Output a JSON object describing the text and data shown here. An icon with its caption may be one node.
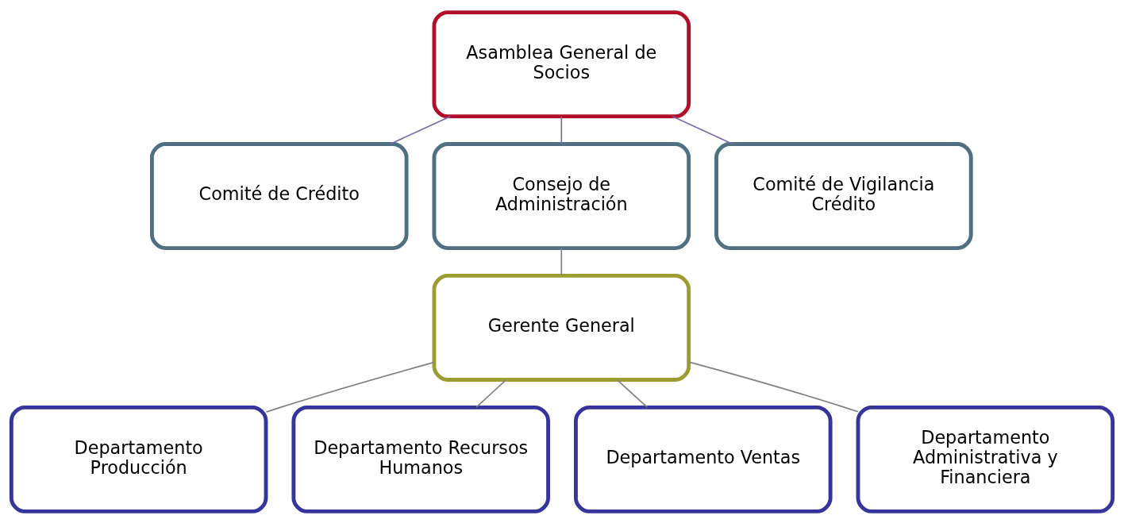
{
  "diagram": {
    "nodes": [
      {
        "text": [
          "Asamblea General de Socios"
        ]
      },
      {
        "text": [
          "Comité de Crédito"
        ]
      },
      {
        "text": [
          "Consejo de Administración"
        ]
      },
      {
        "text": [
          "Comité de Vigilancia Crédito"
        ]
      },
      {
        "text": [
          "Gerente General"
        ]
      },
      {
        "text": [
          "Departamento Producción"
        ]
      },
      {
        "text": [
          "Departamento Recursos Humanos"
        ]
      },
      {
        "text": [
          "Departamento Ventas"
        ]
      },
      {
        "text": [
          "Departamento Administrativa y Financiera"
        ]
      }
    ],
    "edges": [
      {
        "from": 0,
        "to": 1,
        "arrow": "none",
        "color": "#7b68a6"
      },
      {
        "from": 0,
        "to": 2,
        "arrow": "none",
        "color": "#7b68a6"
      },
      {
        "from": 0,
        "to": 3,
        "arrow": "none",
        "color": "#7b68a6"
      },
      {
        "from": 2,
        "to": 4,
        "arrow": "none"
      },
      {
        "from": 4,
        "to": 5,
        "arrow": "none"
      },
      {
        "from": 4,
        "to": 6,
        "arrow": "none"
      },
      {
        "from": 4,
        "to": 7,
        "arrow": "none"
      },
      {
        "from": 4,
        "to": 8,
        "arrow": "none"
      }
    ]
  }
}
